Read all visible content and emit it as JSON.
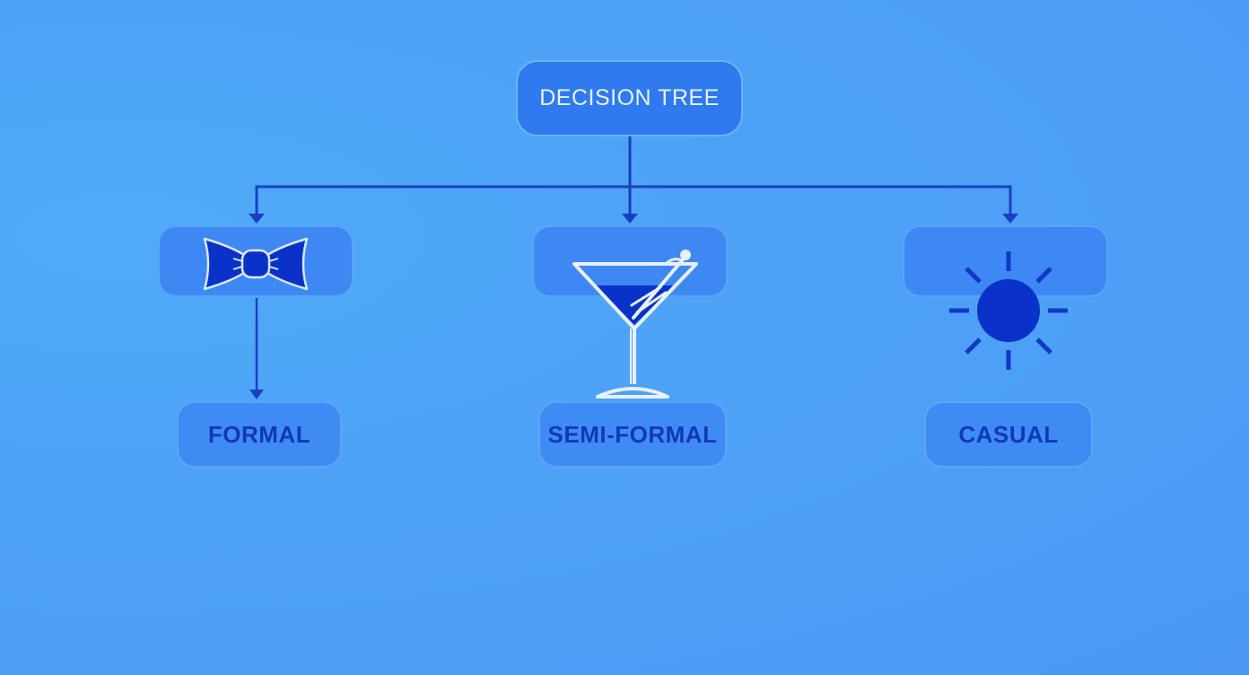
{
  "diagram": {
    "type": "decision-tree",
    "root": {
      "label": "DECISION TREE"
    },
    "branches": [
      {
        "icon": "bow-tie-icon",
        "label": "FORMAL"
      },
      {
        "icon": "cocktail-glass-icon",
        "label": "SEMI-FORMAL"
      },
      {
        "icon": "sun-icon",
        "label": "CASUAL"
      }
    ]
  },
  "colors": {
    "background": "#4ea4f7",
    "node_fill": "#3d88f3",
    "root_fill": "#2f7aef",
    "connector": "#1a3fc4",
    "icon_fill": "#0b32c8",
    "label_text": "#1238b8",
    "root_text": "#e8f1ff"
  }
}
